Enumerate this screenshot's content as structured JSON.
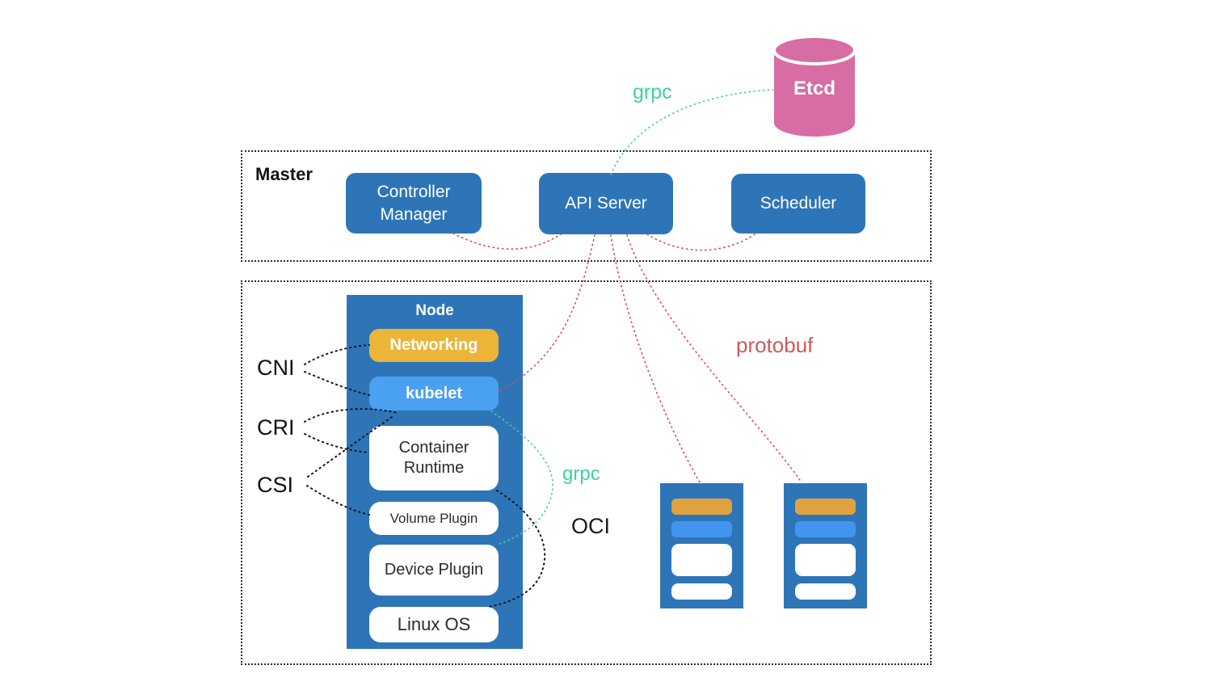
{
  "master": {
    "label": "Master",
    "components": [
      {
        "label": "Controller Manager"
      },
      {
        "label": "API Server"
      },
      {
        "label": "Scheduler"
      }
    ]
  },
  "etcd": {
    "label": "Etcd"
  },
  "node": {
    "label": "Node",
    "networking": "Networking",
    "kubelet": "kubelet",
    "container_runtime": "Container Runtime",
    "volume_plugin": "Volume Plugin",
    "device_plugin": "Device Plugin",
    "linux_os": "Linux OS"
  },
  "interfaces": {
    "cni": "CNI",
    "cri": "CRI",
    "csi": "CSI",
    "oci": "OCI"
  },
  "protocols": {
    "grpc_etcd": "grpc",
    "grpc_node": "grpc",
    "protobuf": "protobuf"
  },
  "colors": {
    "primary_blue": "#2e75b7",
    "kubelet_blue": "#4aa0f1",
    "networking_yellow": "#ecb538",
    "mini_bar_yellow": "#e0a23f",
    "mini_bar_blue": "#4295ee",
    "etcd_pink": "#d76da2",
    "grpc_teal": "#3ed1a2",
    "protobuf_red": "#cd5a5a",
    "connector_red": "#dd4b4b",
    "connector_black": "#161616"
  }
}
